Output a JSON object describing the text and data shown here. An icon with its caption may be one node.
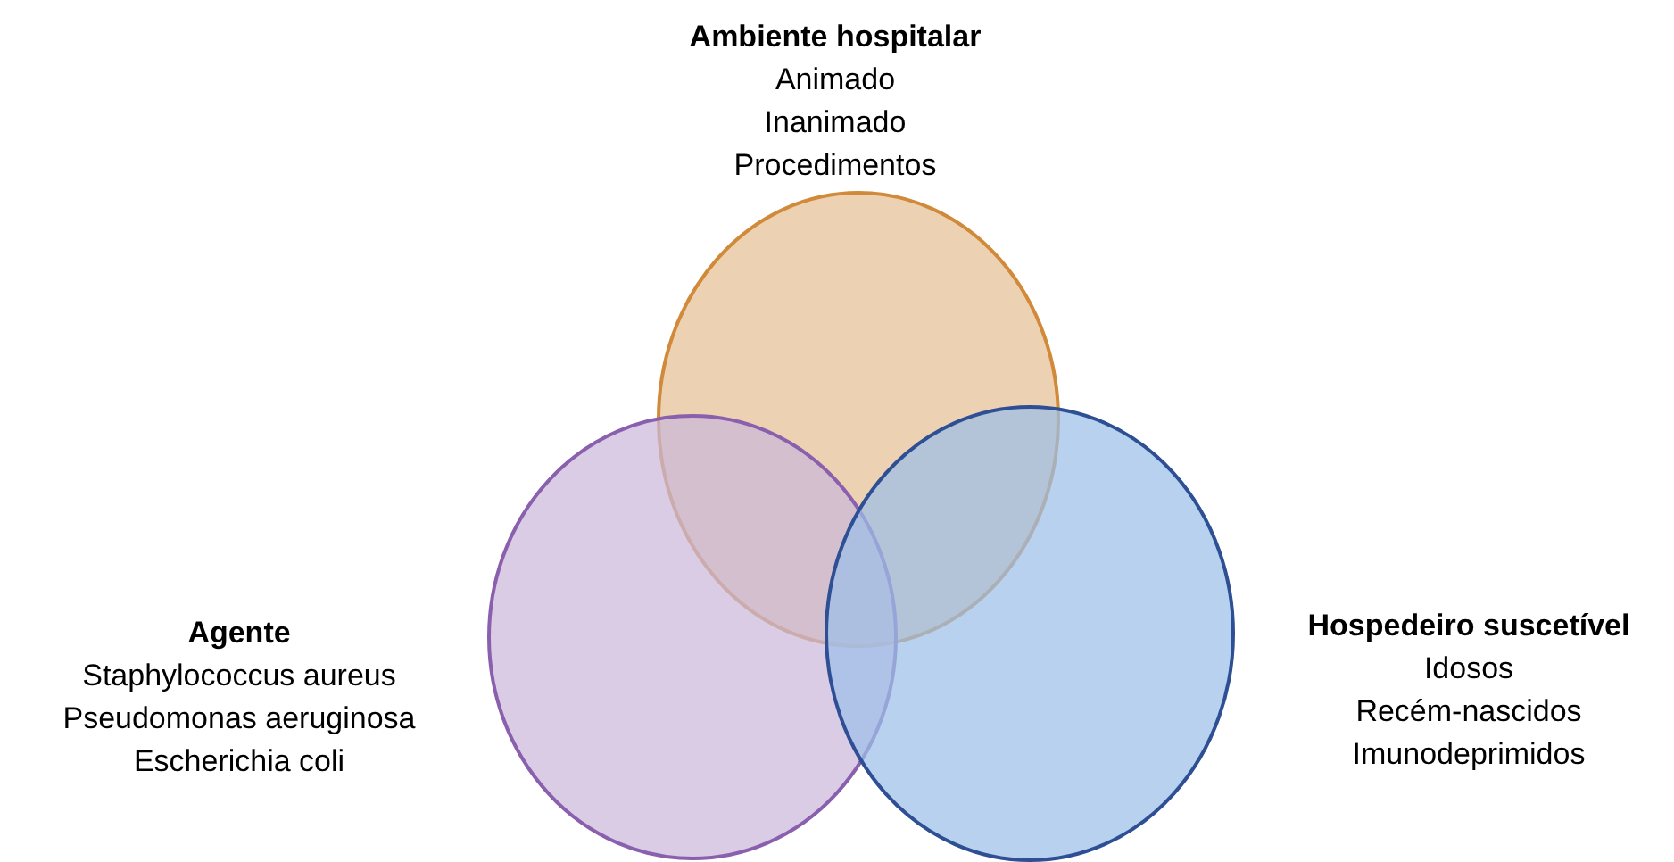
{
  "diagram": {
    "nodes": [
      {
        "text": [
          "Ambiente hospitalar",
          "Animado",
          "Inanimado",
          "Procedimentos"
        ]
      },
      {
        "text": [
          "Agente",
          "Staphylococcus aureus",
          "Pseudomonas aeruginosa",
          "Escherichia coli"
        ]
      },
      {
        "text": [
          "Hospedeiro suscetível",
          "Idosos",
          "Recém-nascidos",
          "Imunodeprimidos"
        ]
      }
    ]
  }
}
